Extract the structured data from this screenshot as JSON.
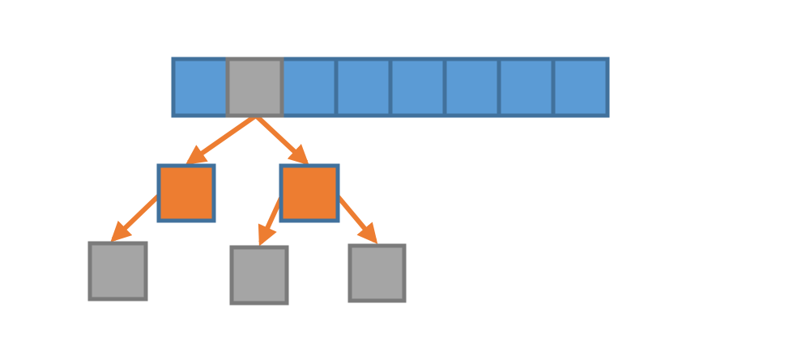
{
  "colors": {
    "background": "#ffffff",
    "blue_fill": "#5b9bd5",
    "blue_border": "#41719c",
    "gray_fill": "#a5a5a5",
    "gray_border": "#7b7b7b",
    "orange_fill": "#ed7d31",
    "arrow": "#ed7d31"
  },
  "array": {
    "cells": [
      {
        "state": "blue"
      },
      {
        "state": "gray"
      },
      {
        "state": "blue"
      },
      {
        "state": "blue"
      },
      {
        "state": "blue"
      },
      {
        "state": "blue"
      },
      {
        "state": "blue"
      },
      {
        "state": "blue"
      }
    ]
  },
  "nodes": [
    {
      "id": "orange-left",
      "kind": "orange"
    },
    {
      "id": "orange-right",
      "kind": "orange"
    },
    {
      "id": "leaf-1",
      "kind": "gray"
    },
    {
      "id": "leaf-2",
      "kind": "gray"
    },
    {
      "id": "leaf-3",
      "kind": "gray"
    }
  ],
  "edges": [
    {
      "from": "array-cell-2",
      "to": "orange-left"
    },
    {
      "from": "array-cell-2",
      "to": "orange-right"
    },
    {
      "from": "orange-left",
      "to": "leaf-1"
    },
    {
      "from": "orange-right",
      "to": "leaf-2"
    },
    {
      "from": "orange-right",
      "to": "leaf-3"
    }
  ]
}
